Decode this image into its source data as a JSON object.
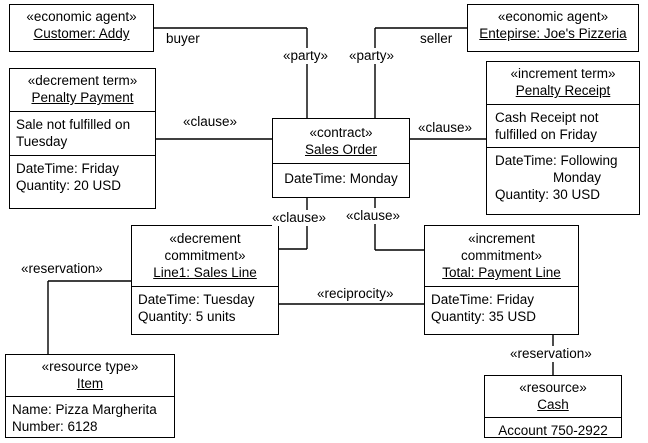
{
  "customer": {
    "stereotype": "«economic agent»",
    "name": "Customer: Addy"
  },
  "enterprise": {
    "stereotype": "«economic agent»",
    "name": "Entepirse: Joe's Pizzeria"
  },
  "penalty_payment": {
    "stereotype": "«decrement term»",
    "name": "Penalty Payment",
    "desc": [
      "Sale not fulfilled on",
      "Tuesday"
    ],
    "attrs": [
      "DateTime: Friday",
      "Quantity: 20 USD"
    ]
  },
  "penalty_receipt": {
    "stereotype": "«increment term»",
    "name": "Penalty Receipt",
    "desc": [
      "Cash Receipt not",
      "fulfilled on Friday"
    ],
    "attrs": [
      "DateTime: Following",
      "Monday",
      "Quantity: 30 USD"
    ]
  },
  "contract": {
    "stereotype": "«contract»",
    "name": "Sales Order",
    "attrs": [
      "DateTime: Monday"
    ]
  },
  "sales_line": {
    "stereotype": [
      "«decrement",
      "commitment»"
    ],
    "name": "Line1: Sales Line",
    "attrs": [
      "DateTime: Tuesday",
      "Quantity: 5 units"
    ]
  },
  "payment_line": {
    "stereotype": [
      "«increment",
      "commitment»"
    ],
    "name": "Total: Payment Line",
    "attrs": [
      "DateTime: Friday",
      "Quantity: 35 USD"
    ]
  },
  "item": {
    "stereotype": "«resource type»",
    "name": "Item",
    "attrs": [
      "Name: Pizza Margherita",
      "Number: 6128"
    ]
  },
  "cash": {
    "stereotype": "«resource»",
    "name": "Cash",
    "attrs": [
      "Account 750-2922"
    ]
  },
  "labels": {
    "buyer": "buyer",
    "seller": "seller",
    "party_left": "«party»",
    "party_right": "«party»",
    "clause_left": "«clause»",
    "clause_right": "«clause»",
    "clause_bottom_left": "«clause»",
    "clause_bottom_right": "«clause»",
    "reservation_left": "«reservation»",
    "reservation_right": "«reservation»",
    "reciprocity": "«reciprocity»"
  }
}
